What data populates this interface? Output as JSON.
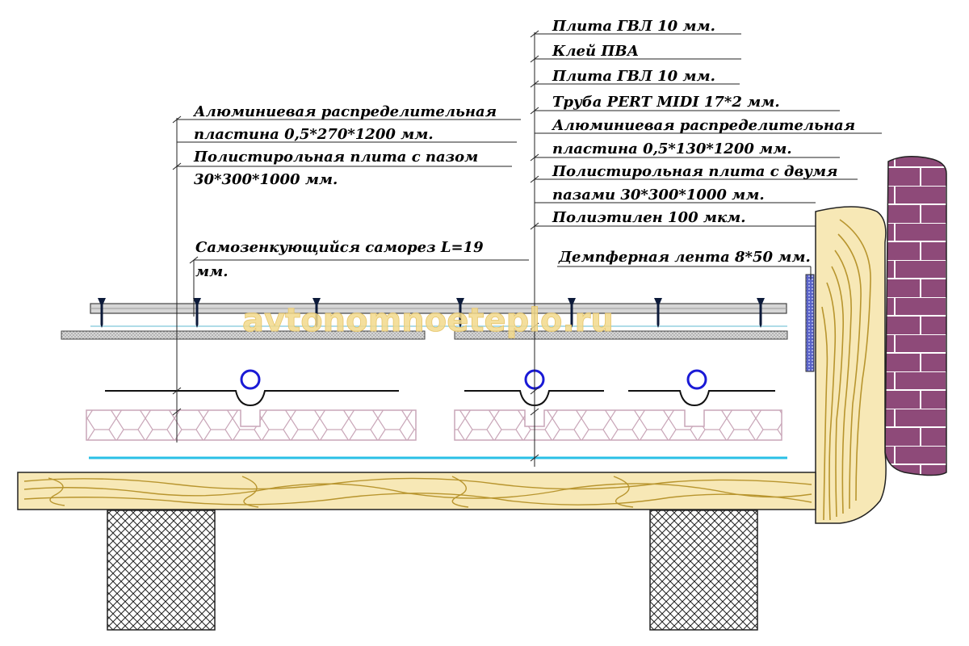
{
  "labels_left": [
    "Алюминиевая распределительная",
    "пластина 0,5*270*1200 мм.",
    "Полистирольная плита с  пазом",
    "30*300*1000 мм."
  ],
  "label_screw": [
    "Самозенкующийся саморез   L=19",
    "мм."
  ],
  "labels_right": [
    "Плита ГВЛ  10 мм.",
    "Клей ПВА",
    "Плита ГВЛ  10 мм.",
    "Труба  PERT MIDI 17*2  мм.",
    "Алюминиевая распределительная",
    "пластина 0,5*130*1200 мм.",
    "Полистирольная плита с двумя",
    "пазами 30*300*1000 мм.",
    "Полиэтилен 100 мкм."
  ],
  "label_damper": "Демпферная лента 8*50 мм.",
  "watermark": "avtonomnoeteplo.ru",
  "colors": {
    "wood": "#f7e8b6",
    "wood_grain": "#b8952e",
    "brick": "#8e4a79",
    "pipe": "#1a1ad6",
    "polyethylene": "#2ac0e6",
    "foam_line": "#c9a6b8",
    "watermark": "#f2d98c",
    "damper": "#5a63c9"
  }
}
